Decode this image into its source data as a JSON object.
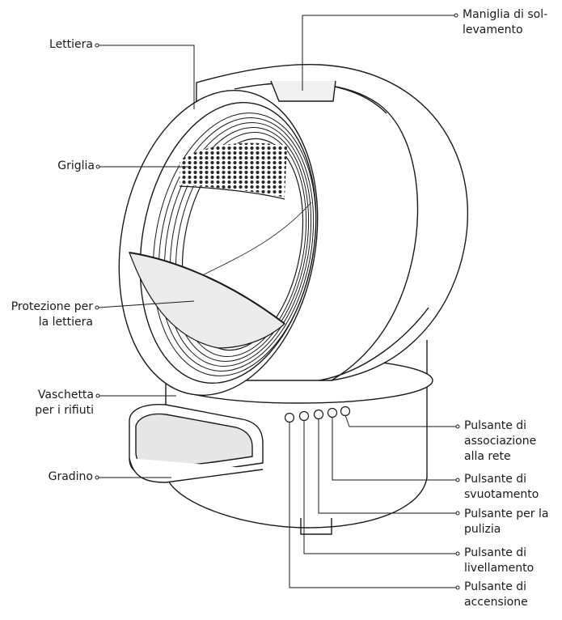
{
  "figure": {
    "labels": {
      "handle": [
        "Maniglia di sol-",
        "levamento"
      ],
      "litter_box": [
        "Lettiera"
      ],
      "grid": [
        "Griglia"
      ],
      "guard": [
        "Protezione per",
        "la lettiera"
      ],
      "waste_drawer": [
        "Vaschetta",
        "per i rifiuti"
      ],
      "step": [
        "Gradino"
      ],
      "network_button": [
        "Pulsante di",
        "associazione",
        "alla rete"
      ],
      "empty_button": [
        "Pulsante di",
        "svuotamento"
      ],
      "clean_button": [
        "Pulsante per la",
        "pulizia"
      ],
      "level_button": [
        "Pulsante di",
        "livellamento"
      ],
      "power_button": [
        "Pulsante di",
        "accensione"
      ]
    }
  }
}
